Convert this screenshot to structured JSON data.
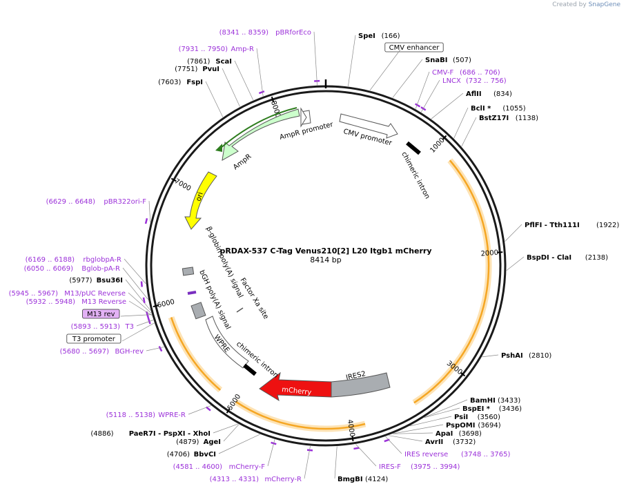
{
  "header": {
    "created_by": "Created by",
    "brand": "SnapGene"
  },
  "plasmid": {
    "name": "pRDAX-537    C-Tag Venus210[2] L20 Itgb1 mCherry",
    "length_text": "8414 bp",
    "length": 8414
  },
  "tick_labels": [
    {
      "bp": 1000,
      "text": "1000"
    },
    {
      "bp": 2000,
      "text": "2000"
    },
    {
      "bp": 3000,
      "text": "3000"
    },
    {
      "bp": 4000,
      "text": "4000"
    },
    {
      "bp": 5000,
      "text": "5000"
    },
    {
      "bp": 6000,
      "text": "6000"
    },
    {
      "bp": 7000,
      "text": "7000"
    },
    {
      "bp": 8000,
      "text": "8000"
    }
  ],
  "enzymes": [
    {
      "name": "SpeI",
      "pos": "(166)",
      "bp": 166
    },
    {
      "name": "SnaBI",
      "pos": "(507)",
      "bp": 507
    },
    {
      "name": "AflII",
      "pos": "(834)",
      "bp": 834
    },
    {
      "name": "BclI *",
      "pos": "(1055)",
      "bp": 1055
    },
    {
      "name": "BstZ17I",
      "pos": "(1138)",
      "bp": 1138
    },
    {
      "name": "PflFI - Tth111I",
      "pos": "(1922)",
      "bp": 1922
    },
    {
      "name": "BspDI - ClaI",
      "pos": "(2138)",
      "bp": 2138
    },
    {
      "name": "PshAI",
      "pos": "(2810)",
      "bp": 2810
    },
    {
      "name": "BamHI",
      "pos": "(3433)",
      "bp": 3433
    },
    {
      "name": "BspEI *",
      "pos": "(3436)",
      "bp": 3436
    },
    {
      "name": "PsiI",
      "pos": "(3560)",
      "bp": 3560
    },
    {
      "name": "PspOMI",
      "pos": "(3694)",
      "bp": 3694
    },
    {
      "name": "ApaI",
      "pos": "(3698)",
      "bp": 3698
    },
    {
      "name": "AvrII",
      "pos": "(3732)",
      "bp": 3732
    },
    {
      "name": "BmgBI",
      "pos": "(4124)",
      "bp": 4124
    },
    {
      "name": "BbvCI",
      "pos": "(4706)",
      "bp": 4706
    },
    {
      "name": "AgeI",
      "pos": "(4879)",
      "bp": 4879
    },
    {
      "name": "PaeR7I - PspXI - XhoI",
      "pos": "(4886)",
      "bp": 4886
    },
    {
      "name": "Bsu36I",
      "pos": "(5977)",
      "bp": 5977
    },
    {
      "name": "FspI",
      "pos": "(7603)",
      "bp": 7603
    },
    {
      "name": "PvuI",
      "pos": "(7751)",
      "bp": 7751
    },
    {
      "name": "ScaI",
      "pos": "(7861)",
      "bp": 7861
    }
  ],
  "primers": [
    {
      "name": "pBRforEco",
      "range": "(8341 .. 8359)",
      "bp": 8350
    },
    {
      "name": "Amp-R",
      "range": "(7931 .. 7950)",
      "bp": 7940
    },
    {
      "name": "CMV-F",
      "range": "(686 .. 706)",
      "bp": 696
    },
    {
      "name": "LNCX",
      "range": "(732 .. 756)",
      "bp": 744
    },
    {
      "name": "pBR322ori-F",
      "range": "(6629 .. 6648)",
      "bp": 6638
    },
    {
      "name": "rbglobpA-R",
      "range": "(6169 .. 6188)",
      "bp": 6178
    },
    {
      "name": "Bglob-pA-R",
      "range": "(6050 .. 6069)",
      "bp": 6060
    },
    {
      "name": "M13/pUC Reverse",
      "range": "(5945 .. 5967)",
      "bp": 5956
    },
    {
      "name": "M13 Reverse",
      "range": "(5932 .. 5948)",
      "bp": 5940
    },
    {
      "name": "T3",
      "range": "(5893 .. 5913)",
      "bp": 5903
    },
    {
      "name": "BGH-rev",
      "range": "(5680 .. 5697)",
      "bp": 5688
    },
    {
      "name": "WPRE-R",
      "range": "(5118 .. 5138)",
      "bp": 5128
    },
    {
      "name": "mCherry-F",
      "range": "(4581 .. 4600)",
      "bp": 4590
    },
    {
      "name": "mCherry-R",
      "range": "(4313 .. 4331)",
      "bp": 4322
    },
    {
      "name": "IRES reverse",
      "range": "(3748 .. 3765)",
      "bp": 3756
    },
    {
      "name": "IRES-F",
      "range": "(3975 .. 3994)",
      "bp": 3984
    }
  ],
  "boxed_features": [
    {
      "name": "CMV enhancer",
      "bp": 330
    },
    {
      "name": "M13 rev",
      "bp": 5945
    },
    {
      "name": "T3 promoter",
      "bp": 5880
    }
  ],
  "inner_features": [
    {
      "name": "CMV promoter"
    },
    {
      "name": "chimeric intron"
    },
    {
      "name": "AmpR promoter"
    },
    {
      "name": "AmpR"
    },
    {
      "name": "ori"
    },
    {
      "name": "β-globin poly(A) signal"
    },
    {
      "name": "bGH poly(A) signal"
    },
    {
      "name": "Factor Xa site"
    },
    {
      "name": "WPRE"
    },
    {
      "name": "chimeric intron"
    },
    {
      "name": "mCherry"
    },
    {
      "name": "IRES2"
    }
  ],
  "orfs": [
    {
      "from": 1160,
      "to": 3440
    },
    {
      "from": 3880,
      "to": 4990
    },
    {
      "from": 5150,
      "to": 5880
    }
  ],
  "colors": {
    "backbone": "#1a1a1a",
    "primer": "#9b30d9",
    "orf_fill": "#f5a623",
    "orf_glow": "#fde3b5",
    "mcherry": "#ee1111",
    "ampr": "#ccffcc",
    "ampr_arrow": "#2e7d1e",
    "ori": "#ffff00",
    "ires": "#a9adb1",
    "m13_box": "#e3b2f5"
  }
}
